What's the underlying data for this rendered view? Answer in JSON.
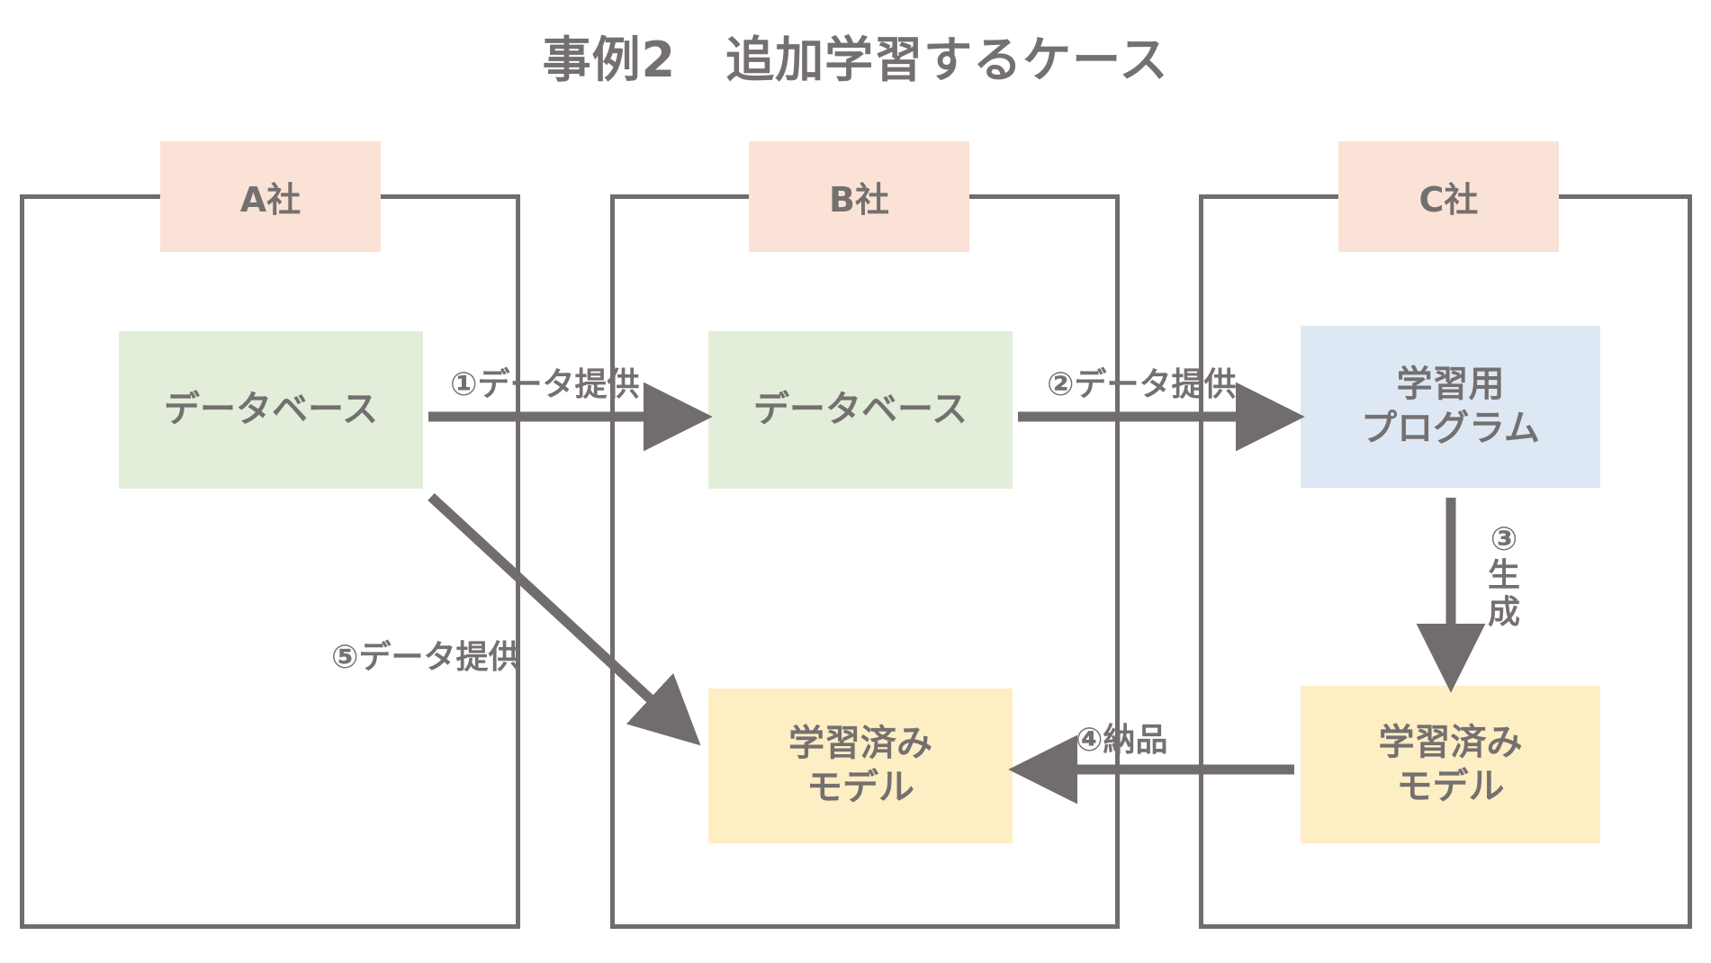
{
  "title": "事例2　追加学習するケース",
  "theme": {
    "line_color": "#726d6d",
    "text_color": "#757070",
    "company_label_bg": "#fae3d6",
    "database_bg": "#e2eed9",
    "program_bg": "#dde8f4",
    "model_bg": "#fdeec4",
    "page_bg": "#ffffff"
  },
  "companies": [
    {
      "id": "a",
      "label": "A社"
    },
    {
      "id": "b",
      "label": "B社"
    },
    {
      "id": "c",
      "label": "C社"
    }
  ],
  "nodes": [
    {
      "id": "db-a",
      "label": "データベース",
      "type": "database"
    },
    {
      "id": "db-b",
      "label": "データベース",
      "type": "database"
    },
    {
      "id": "program-c",
      "label": "学習用\nプログラム",
      "type": "program"
    },
    {
      "id": "model-b",
      "label": "学習済み\nモデル",
      "type": "model"
    },
    {
      "id": "model-c",
      "label": "学習済み\nモデル",
      "type": "model"
    }
  ],
  "flows": [
    {
      "id": "flow-1",
      "number": "①",
      "label": "①データ提供",
      "direction": "right",
      "from": "db-a",
      "to": "db-b"
    },
    {
      "id": "flow-2",
      "number": "②",
      "label": "②データ提供",
      "direction": "right",
      "from": "db-b",
      "to": "program-c"
    },
    {
      "id": "flow-3",
      "number": "③",
      "label": "③\n生\n成",
      "direction": "down",
      "from": "program-c",
      "to": "model-c"
    },
    {
      "id": "flow-4",
      "number": "④",
      "label": "④納品",
      "direction": "left",
      "from": "model-c",
      "to": "model-b"
    },
    {
      "id": "flow-5",
      "number": "⑤",
      "label": "⑤データ提供",
      "direction": "down-right",
      "from": "db-a",
      "to": "model-b"
    }
  ]
}
